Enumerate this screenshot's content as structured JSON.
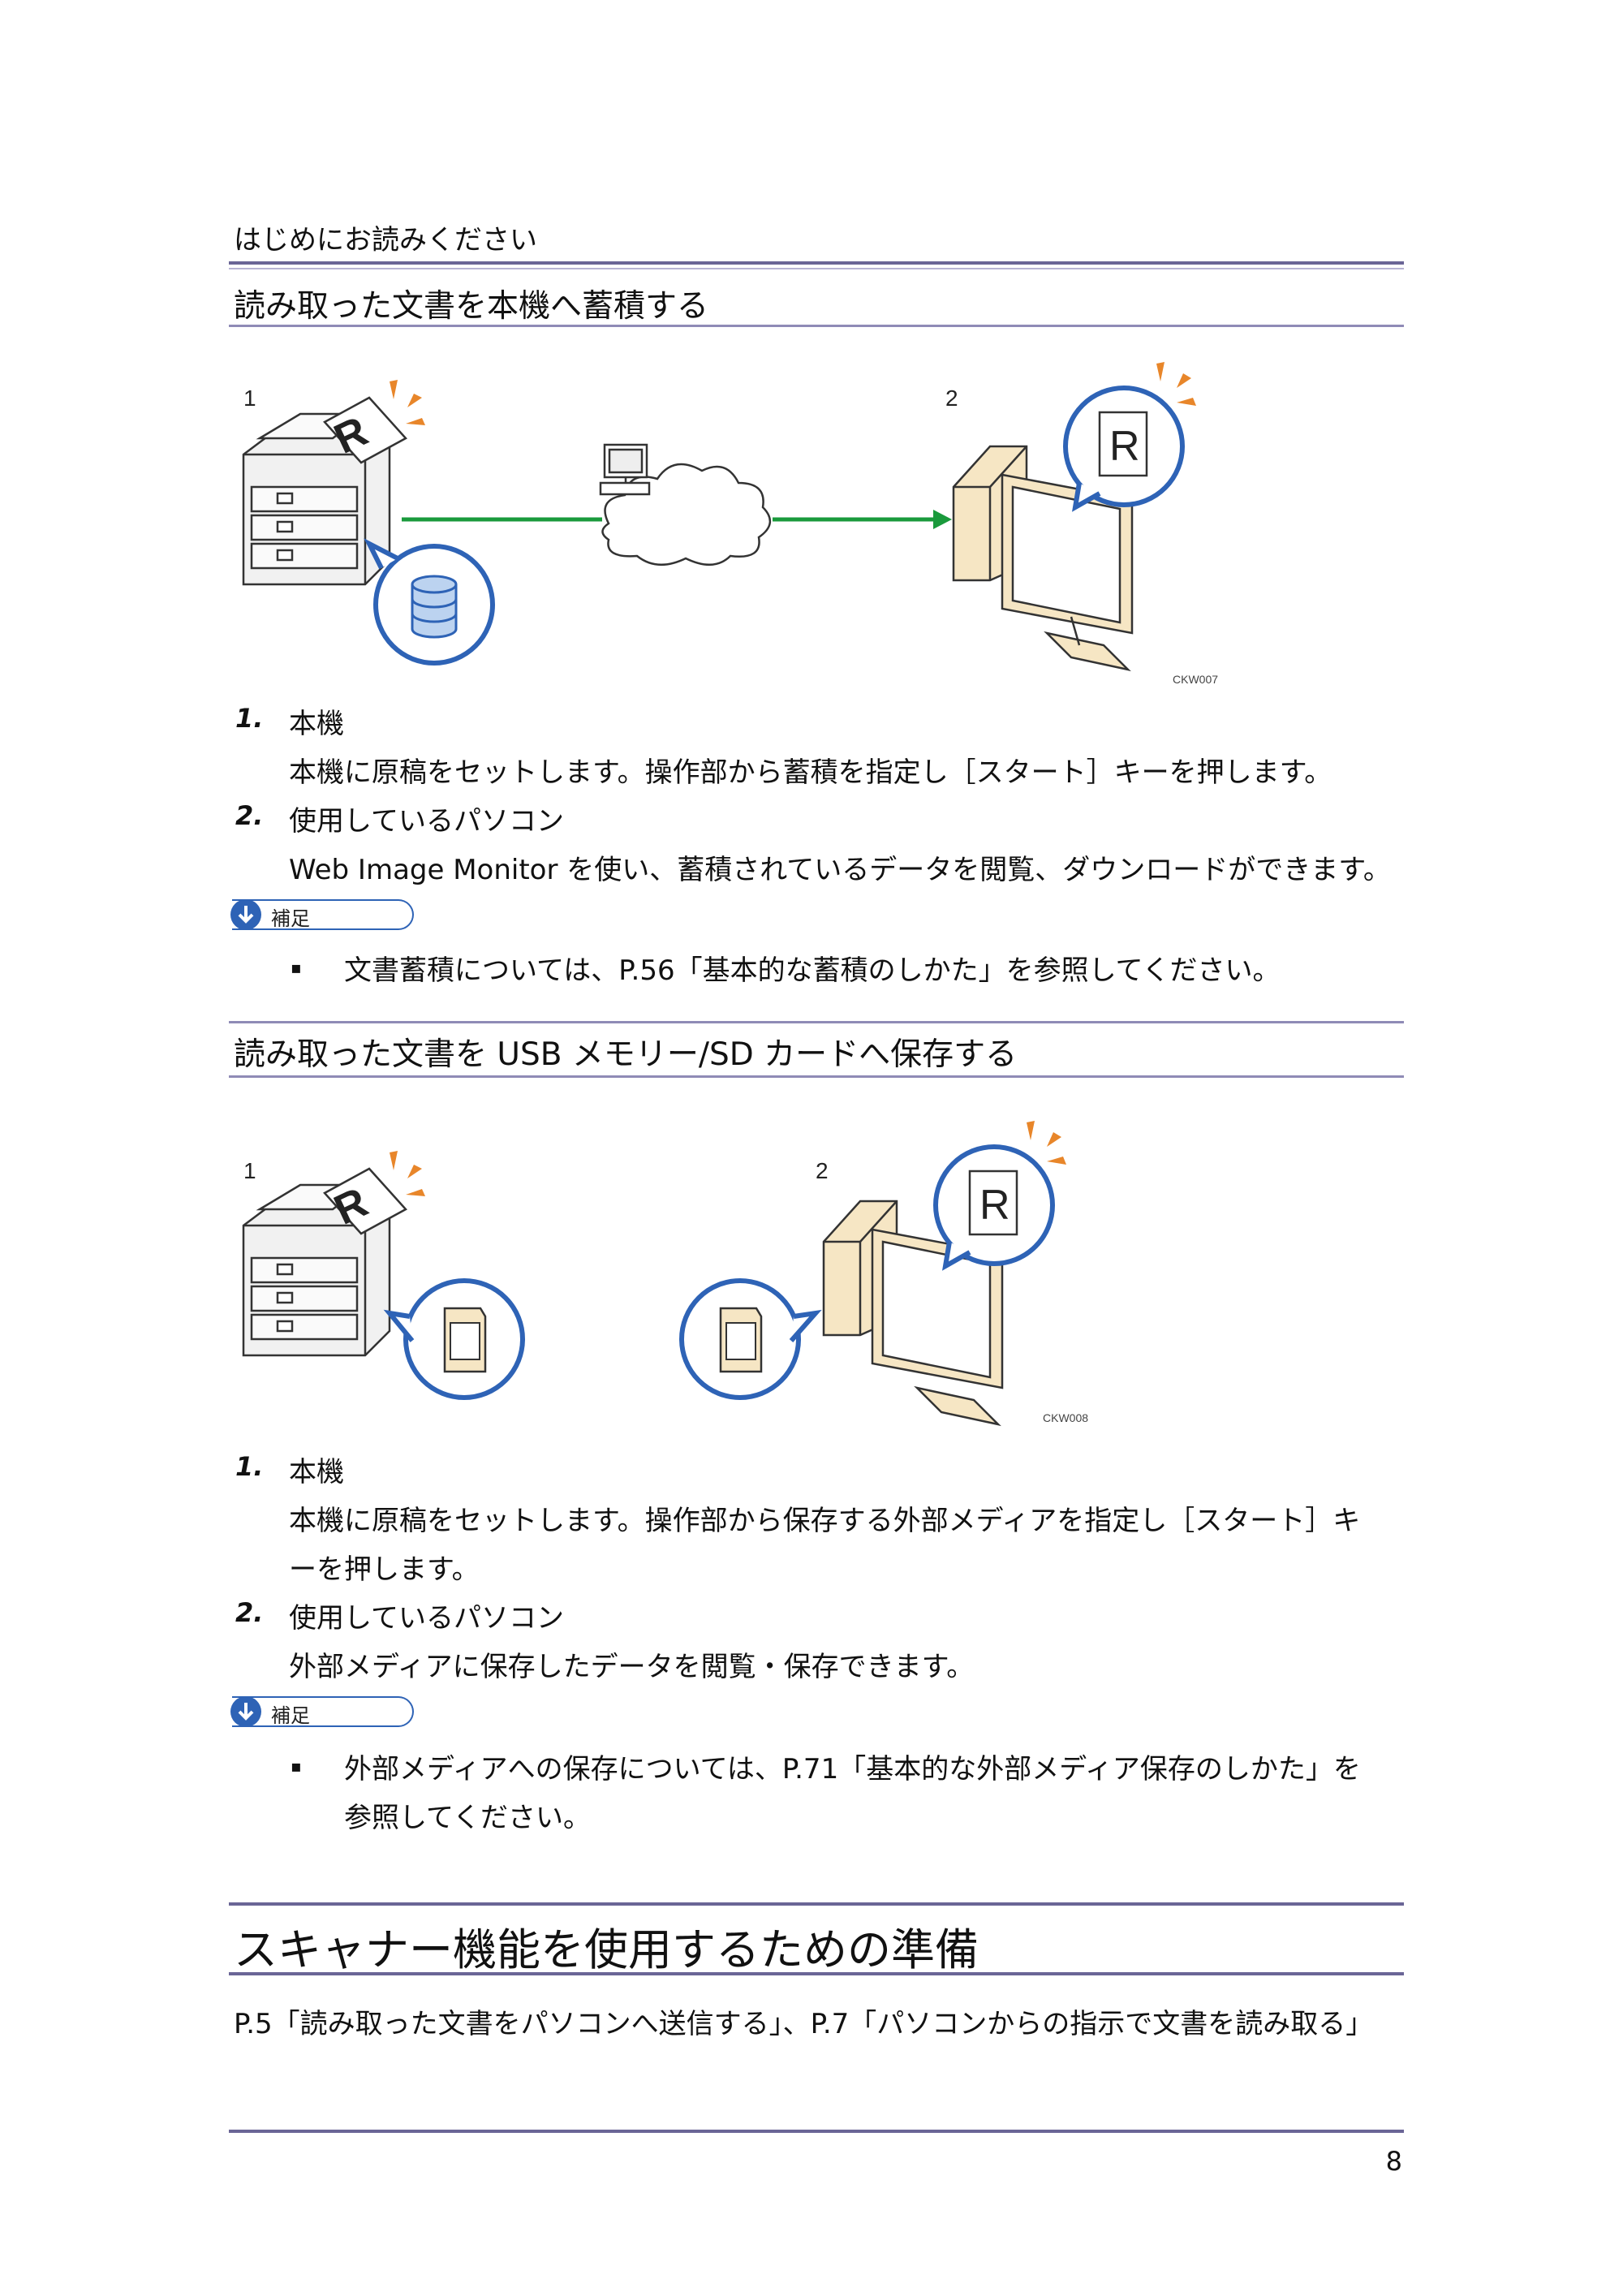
{
  "header": {
    "running_title": "はじめにお読みください"
  },
  "section1": {
    "title": "読み取った文書を本機へ蓄積する",
    "figure": {
      "label_1": "1",
      "label_2": "2",
      "bubble_letter": "R",
      "code": "CKW007"
    },
    "items": [
      {
        "num": "1.",
        "head": "本機",
        "text": "本機に原稿をセットします。操作部から蓄積を指定し［スタート］キーを押します。"
      },
      {
        "num": "2.",
        "head": "使用しているパソコン",
        "text": "Web Image Monitor を使い、蓄積されているデータを閲覧、ダウンロードができます。"
      }
    ],
    "note": {
      "label": "補足",
      "bullet": "▪",
      "text": "文書蓄積については、P.56「基本的な蓄積のしかた」を参照してください。"
    }
  },
  "section2": {
    "title": "読み取った文書を USB メモリー/SD カードへ保存する",
    "figure": {
      "label_1": "1",
      "label_2": "2",
      "bubble_letter": "R",
      "code": "CKW008"
    },
    "items": [
      {
        "num": "1.",
        "head": "本機",
        "text_line1": "本機に原稿をセットします。操作部から保存する外部メディアを指定し［スタート］キ",
        "text_line2": "ーを押します。"
      },
      {
        "num": "2.",
        "head": "使用しているパソコン",
        "text": "外部メディアに保存したデータを閲覧・保存できます。"
      }
    ],
    "note": {
      "label": "補足",
      "bullet": "▪",
      "text_line1": "外部メディアへの保存については、P.71「基本的な外部メディア保存のしかた」を",
      "text_line2": "参照してください。"
    }
  },
  "chapter": {
    "title": "スキャナー機能を使用するための準備",
    "links": "P.5「読み取った文書をパソコンへ送信する」、P.7「パソコンからの指示で文書を読み取る」"
  },
  "footer": {
    "page_number": "8"
  },
  "colors": {
    "rule": "#6a6596",
    "accent_blue": "#2e63b6",
    "arrow_green": "#1a9a3c",
    "flash_orange": "#e8862a",
    "cream": "#f6e6c4"
  }
}
